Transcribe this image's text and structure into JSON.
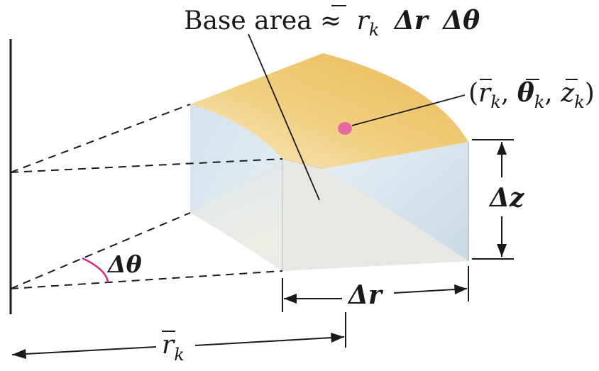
{
  "labels": {
    "base_area_prefix": "Base area ≈",
    "base_area_r": "r",
    "base_area_r_sub": "k",
    "base_area_delta_r": "Δr",
    "base_area_delta_theta": "Δθ",
    "point_open": "(",
    "point_r": "r",
    "point_r_sub": "k",
    "point_theta": "θ",
    "point_theta_sub": "k",
    "point_z": "z",
    "point_z_sub": "k",
    "point_close": ")",
    "point_comma": ",",
    "delta_z": "Δz",
    "delta_r": "Δr",
    "delta_theta": "Δθ",
    "rk": "r",
    "rk_sub": "k"
  },
  "colors": {
    "top_face": "#f0c466",
    "top_face_light": "#f7deaa",
    "front_face": "#dde3ea",
    "side_face": "#cfdee8",
    "point": "#e56aa4",
    "angle_arc": "#d6267a",
    "line": "#1a1a1a"
  }
}
